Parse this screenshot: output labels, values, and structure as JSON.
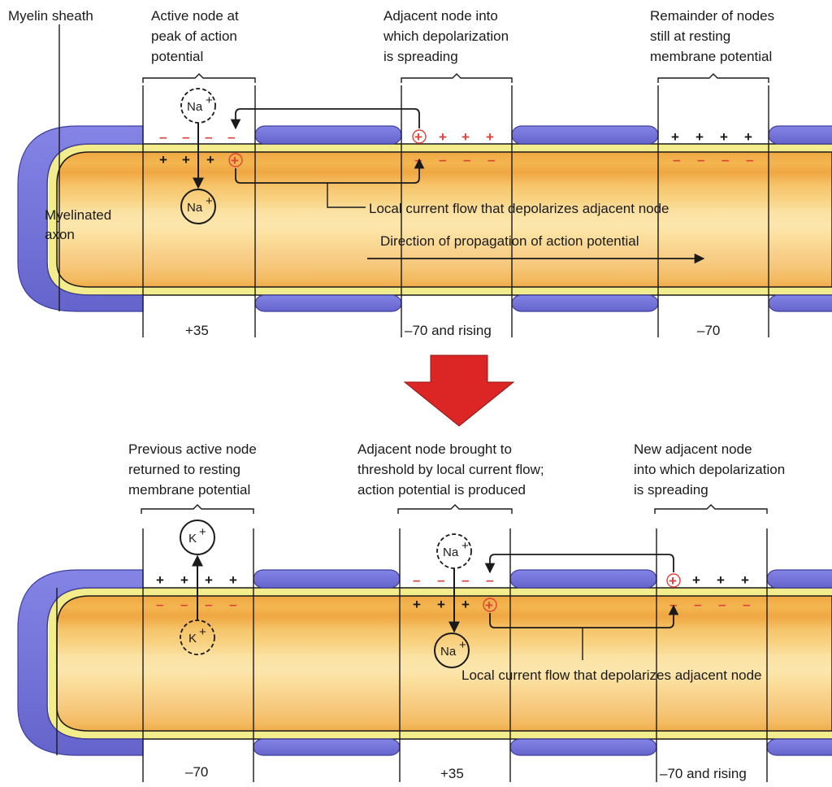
{
  "labels": {
    "myelin_sheath": "Myelin sheath",
    "myelinated_axon": [
      "Myelinated",
      "axon"
    ],
    "top_active_node": [
      "Active node at",
      "peak of action",
      "potential"
    ],
    "top_adjacent_node": [
      "Adjacent node into",
      "which depolarization",
      "is spreading"
    ],
    "top_remainder_nodes": [
      "Remainder of nodes",
      "still at resting",
      "membrane potential"
    ],
    "top_local_current": "Local current flow that depolarizes adjacent node",
    "direction_of_propagation": "Direction of propagation of action potential",
    "bottom_previous_node": [
      "Previous active node",
      "returned to resting",
      "membrane potential"
    ],
    "bottom_adjacent_node": [
      "Adjacent node brought to",
      "threshold by local current flow;",
      "action potential is produced"
    ],
    "bottom_new_adjacent_node": [
      "New adjacent node",
      "into which depolarization",
      "is spreading"
    ],
    "bottom_local_current": "Local current flow that depolarizes adjacent node"
  },
  "potentials": {
    "top": [
      "+35",
      "–70 and rising",
      "–70"
    ],
    "bottom": [
      "–70",
      "+35",
      "–70 and rising"
    ]
  },
  "ions": {
    "na": "Na",
    "k": "K",
    "plus": "+",
    "minus": "–"
  },
  "colors": {
    "myelin": "#6f6fd6",
    "myelin_dark": "#3f3f9f",
    "membrane": "#f2ec8c",
    "axon_outer": "#f3b24c",
    "axon_inner": "#fbe0a0",
    "arrow_red": "#dc2626",
    "charge_red": "#e0413b",
    "charge_black": "#1a1a1a"
  }
}
